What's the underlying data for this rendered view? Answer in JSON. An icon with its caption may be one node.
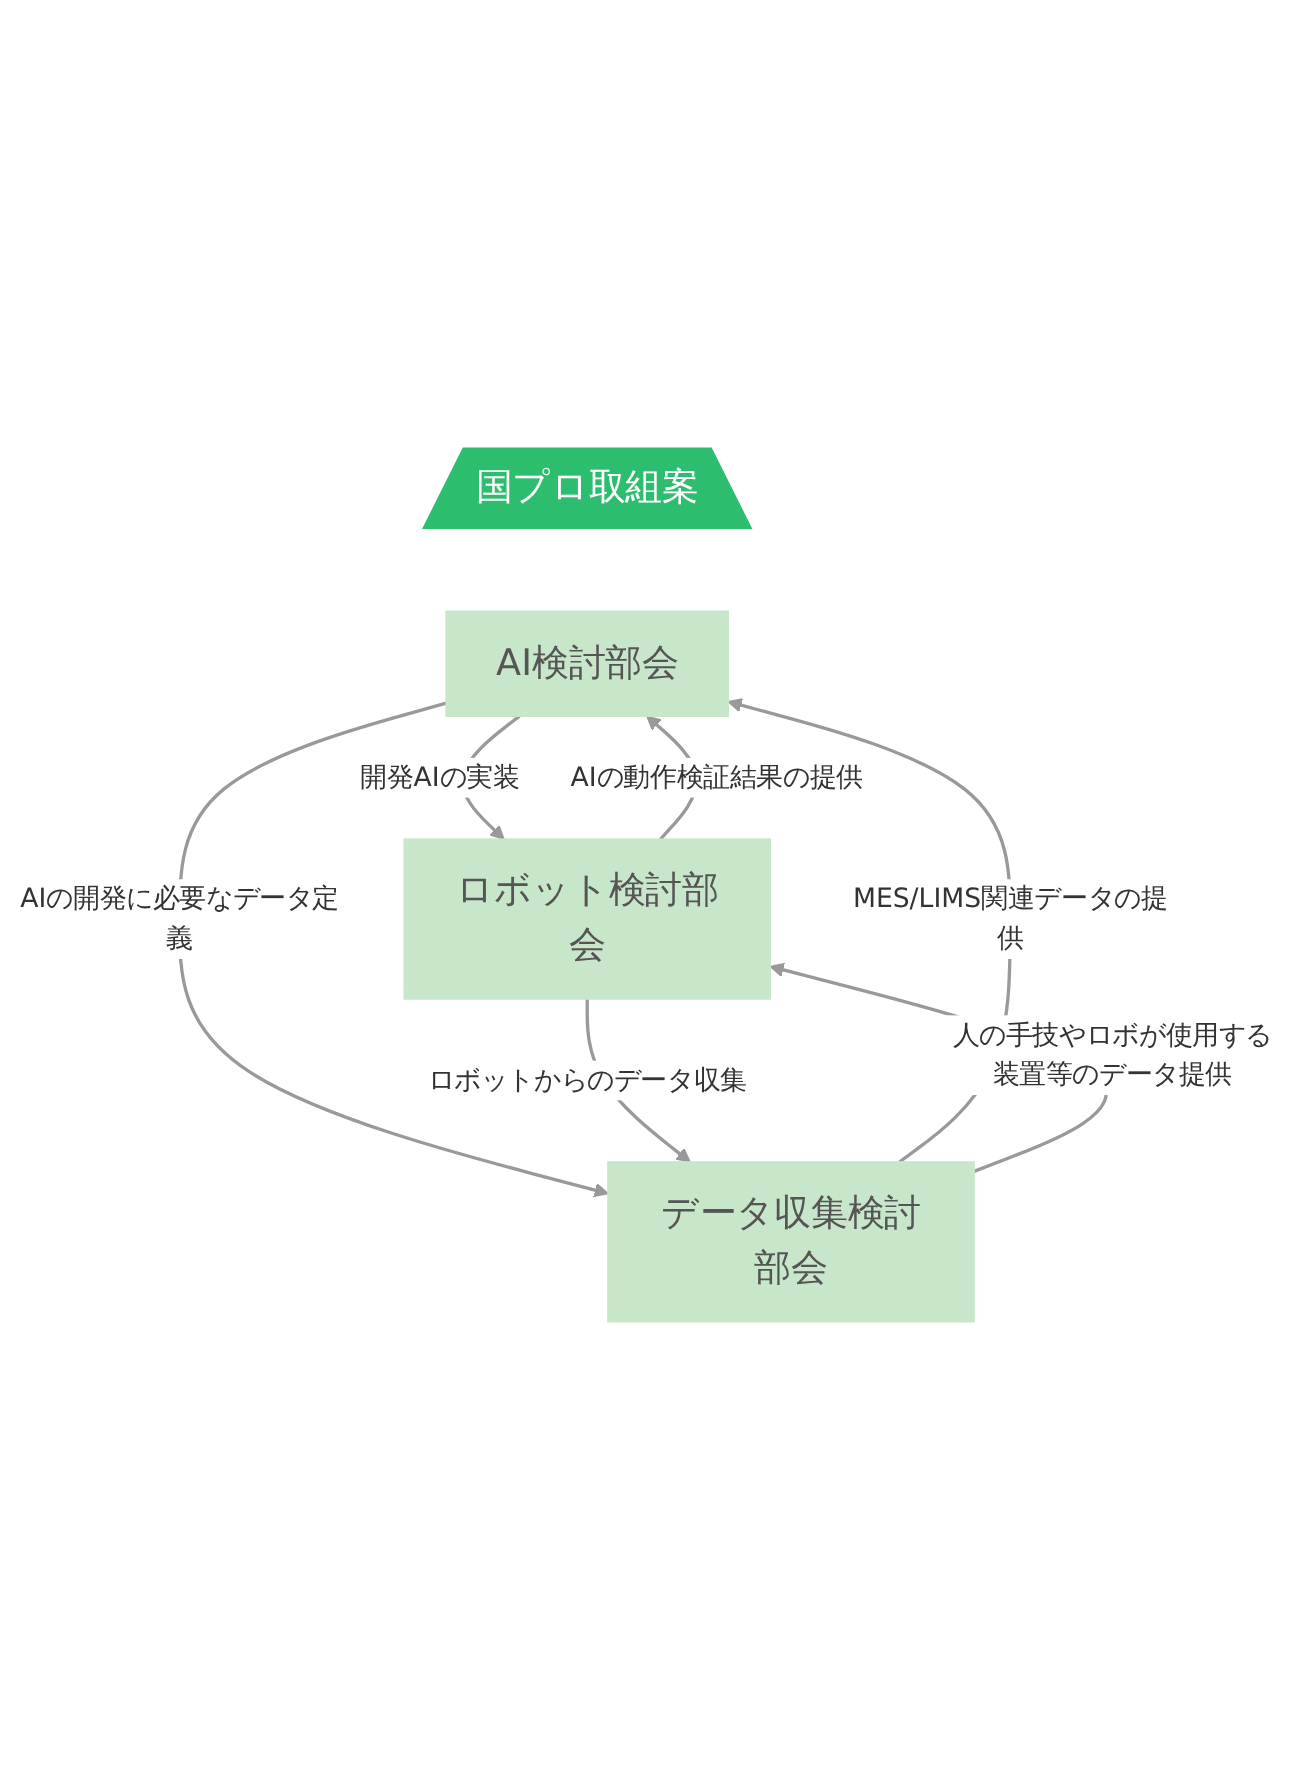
{
  "diagram": {
    "nodes": [
      {
        "text": [
          "国プロ取組案"
        ]
      },
      {
        "text": [
          "AI検討部会"
        ]
      },
      {
        "text": [
          "ロボット検討部会"
        ]
      },
      {
        "text": [
          "データ収集検討部会"
        ]
      }
    ],
    "edges": [
      {
        "from": 1,
        "to": 2,
        "arrow": "to",
        "label": "開発AIの実装"
      },
      {
        "from": 2,
        "to": 1,
        "arrow": "to",
        "label": "AIの動作検証結果の提供"
      },
      {
        "from": 3,
        "to": 1,
        "arrow": "to",
        "label": "MES/LIMS関連データの提供"
      },
      {
        "from": 1,
        "to": 3,
        "arrow": "to",
        "label": "AIの開発に必要なデータ定義"
      },
      {
        "from": 2,
        "to": 3,
        "arrow": "to",
        "label": "ロボットからのデータ収集"
      },
      {
        "from": 3,
        "to": 2,
        "arrow": "to",
        "label": "人の手技やロボが使用する装置等のデータ提供"
      }
    ]
  }
}
